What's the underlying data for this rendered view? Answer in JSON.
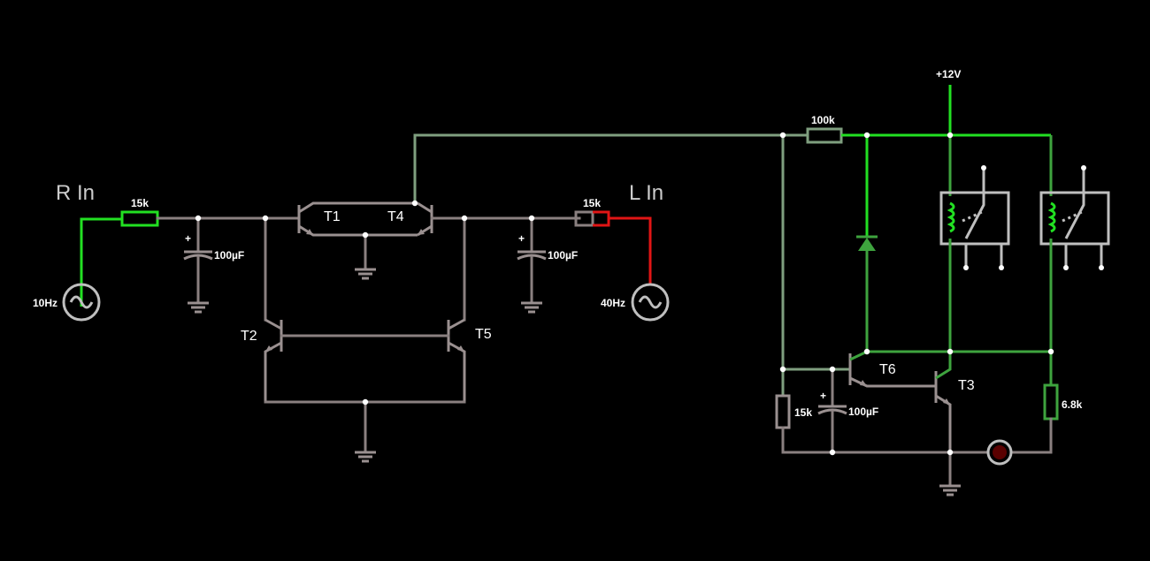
{
  "labels": {
    "r_in": "R In",
    "l_in": "L In",
    "supply": "+12V",
    "src_left_freq": "10Hz",
    "src_right_freq": "40Hz",
    "r_left": "15k",
    "r_right": "15k",
    "r_100k": "100k",
    "r_emitter": "15k",
    "r_led": "6.8k",
    "cap_left": "100µF",
    "cap_right": "100µF",
    "cap_timer": "100µF",
    "cap_plus_left": "+",
    "cap_plus_right": "+",
    "cap_plus_timer": "+",
    "t1": "T1",
    "t2": "T2",
    "t3": "T3",
    "t4": "T4",
    "t5": "T5",
    "t6": "T6"
  },
  "colors": {
    "background": "#000000",
    "wire_idle": "#8a8080",
    "wire_high": "#22e022",
    "wire_mid": "#3ea33e",
    "wire_low": "#7f9f7f",
    "wire_hot": "#e01515",
    "led_off": "#5a0000"
  }
}
